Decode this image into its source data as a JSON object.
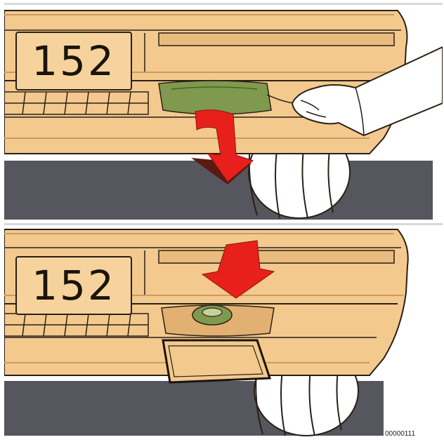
{
  "panels": [
    {
      "plate_number": "152"
    },
    {
      "plate_number": "152"
    }
  ],
  "reference_code": "00000111",
  "colors": {
    "bumper": "#f3c98e",
    "bumper_shadow": "#d9a86a",
    "road": "#555560",
    "tire": "#ffffff",
    "arrow": "#e8201c",
    "arrow_shadow": "#5a1a12",
    "cover": "#7f9a4e",
    "outline": "#2a2016"
  },
  "icons": [
    "hand-icon",
    "down-arrow-icon",
    "towing-eye-icon",
    "cover-flap-icon"
  ]
}
